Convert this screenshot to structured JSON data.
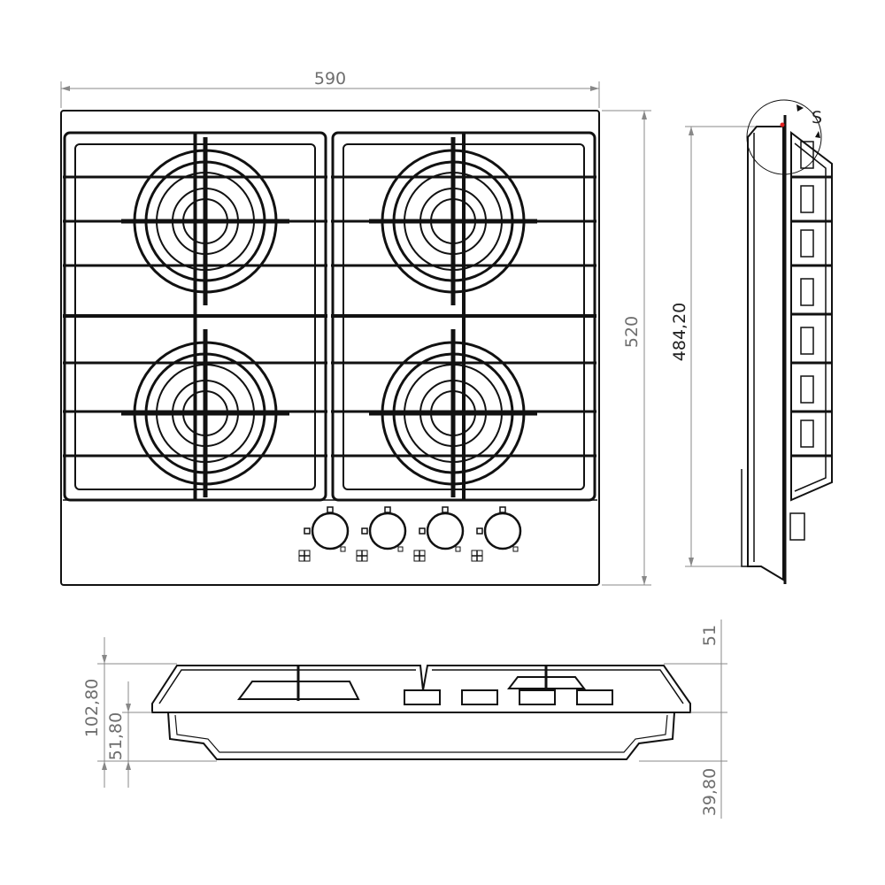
{
  "title": "Gas hob dimension drawing",
  "dimensions": {
    "width": "590",
    "depth": "520",
    "cutout_depth": "484,20",
    "top_height": "51",
    "total_height": "102,80",
    "body_height": "51,80",
    "bottom_height": "39,80",
    "detail_label": "S"
  },
  "burner_count": 4,
  "knob_count": 4,
  "colors": {
    "line": "#111111",
    "dimension": "#6e6e6e",
    "marker": "#e02020"
  }
}
